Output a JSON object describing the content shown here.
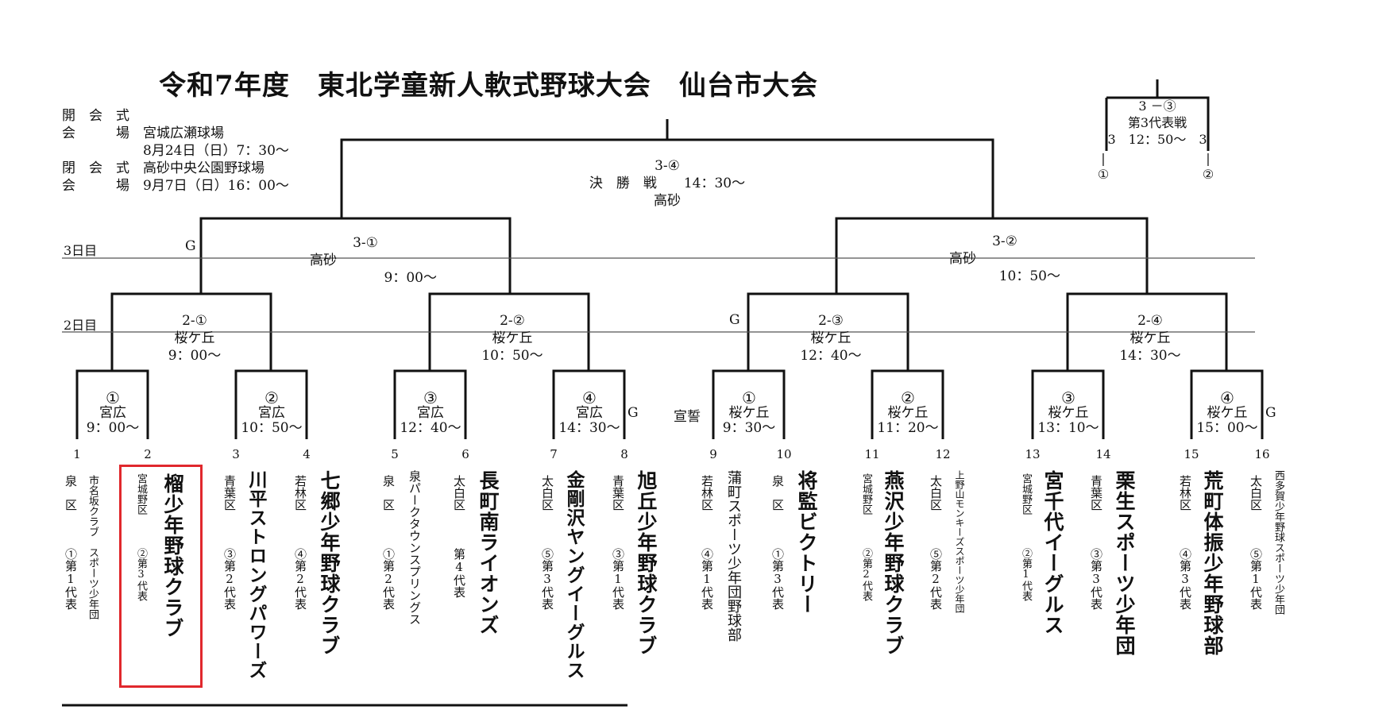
{
  "title": "令和7年度　東北学童新人軟式野球大会　仙台市大会",
  "info": {
    "line1": "開　会　式",
    "line2": "会　　　場　宮城広瀬球場",
    "line3": "　　　　　　8月24日（日）7：30～",
    "line4": "閉　会　式　高砂中央公園野球場",
    "line5": "会　　　場　9月7日（日）16：00～"
  },
  "days": {
    "day3": "3日目",
    "day2": "2日目"
  },
  "g_label": "G",
  "senkyo": "宣誓",
  "final": {
    "code": "3-④",
    "name": "決　勝　戦　　14：30～",
    "venue": "高砂"
  },
  "third": {
    "code": "3 －③",
    "name": "第3代表戦",
    "time": "3　12：50～　3",
    "left": "①",
    "right": "②",
    "dash": "|"
  },
  "r3": [
    {
      "code": "3-①",
      "venue": "高砂",
      "time": "9：00～"
    },
    {
      "code": "3-②",
      "venue": "高砂",
      "time": "10：50～"
    }
  ],
  "r2": [
    {
      "code": "2-①",
      "venue": "桜ケ丘",
      "time": "9：00～"
    },
    {
      "code": "2-②",
      "venue": "桜ケ丘",
      "time": "10：50～"
    },
    {
      "code": "2-③",
      "venue": "桜ケ丘",
      "time": "12：40～"
    },
    {
      "code": "2-④",
      "venue": "桜ケ丘",
      "time": "14：30～"
    }
  ],
  "r1": [
    {
      "num": "①",
      "venue": "宮広",
      "time": "9：00～"
    },
    {
      "num": "②",
      "venue": "宮広",
      "time": "10：50～"
    },
    {
      "num": "③",
      "venue": "宮広",
      "time": "12：40～"
    },
    {
      "num": "④",
      "venue": "宮広",
      "time": "14：30～"
    },
    {
      "num": "①",
      "venue": "桜ケ丘",
      "time": "9：30～"
    },
    {
      "num": "②",
      "venue": "桜ケ丘",
      "time": "11：20～"
    },
    {
      "num": "③",
      "venue": "桜ケ丘",
      "time": "13：10～"
    },
    {
      "num": "④",
      "venue": "桜ケ丘",
      "time": "15：00～"
    }
  ],
  "teams": [
    {
      "slot": "1",
      "name": "市名坂クラブ　スポーツ少年団",
      "district": "泉　区",
      "rep": "①第1代表"
    },
    {
      "slot": "2",
      "name": "榴少年野球クラブ",
      "district": "宮城野区",
      "rep": "②第3代表"
    },
    {
      "slot": "3",
      "name": "川平ストロングパワーズ",
      "district": "青葉区",
      "rep": "③第2代表"
    },
    {
      "slot": "4",
      "name": "七郷少年野球クラブ",
      "district": "若林区",
      "rep": "④第2代表"
    },
    {
      "slot": "5",
      "name": "泉パークタウンスプリングス",
      "district": "泉　区",
      "rep": "①第2代表"
    },
    {
      "slot": "6",
      "name": "長町南ライオンズ",
      "district": "太白区",
      "rep": "第4代表"
    },
    {
      "slot": "7",
      "name": "金剛沢ヤングイーグルス",
      "district": "太白区",
      "rep": "⑤第3代表"
    },
    {
      "slot": "8",
      "name": "旭丘少年野球クラブ",
      "district": "青葉区",
      "rep": "③第1代表"
    },
    {
      "slot": "9",
      "name": "蒲町スポーツ少年団野球部",
      "district": "若林区",
      "rep": "④第1代表"
    },
    {
      "slot": "10",
      "name": "将監ビクトリー",
      "district": "泉　区",
      "rep": "①第3代表"
    },
    {
      "slot": "11",
      "name": "燕沢少年野球クラブ",
      "district": "宮城野区",
      "rep": "②第2代表"
    },
    {
      "slot": "12",
      "name": "上野山モンキーズスポーツ少年団",
      "district": "太白区",
      "rep": "⑤第2代表"
    },
    {
      "slot": "13",
      "name": "宮千代イーグルス",
      "district": "宮城野区",
      "rep": "②第1代表"
    },
    {
      "slot": "14",
      "name": "栗生スポーツ少年団",
      "district": "青葉区",
      "rep": "③第3代表"
    },
    {
      "slot": "15",
      "name": "荒町体振少年野球部",
      "district": "若林区",
      "rep": "④第3代表"
    },
    {
      "slot": "16",
      "name": "西多賀少年野球スポーツ少年団",
      "district": "太白区",
      "rep": "⑤第1代表"
    }
  ],
  "highlight_color": "#e0282d"
}
